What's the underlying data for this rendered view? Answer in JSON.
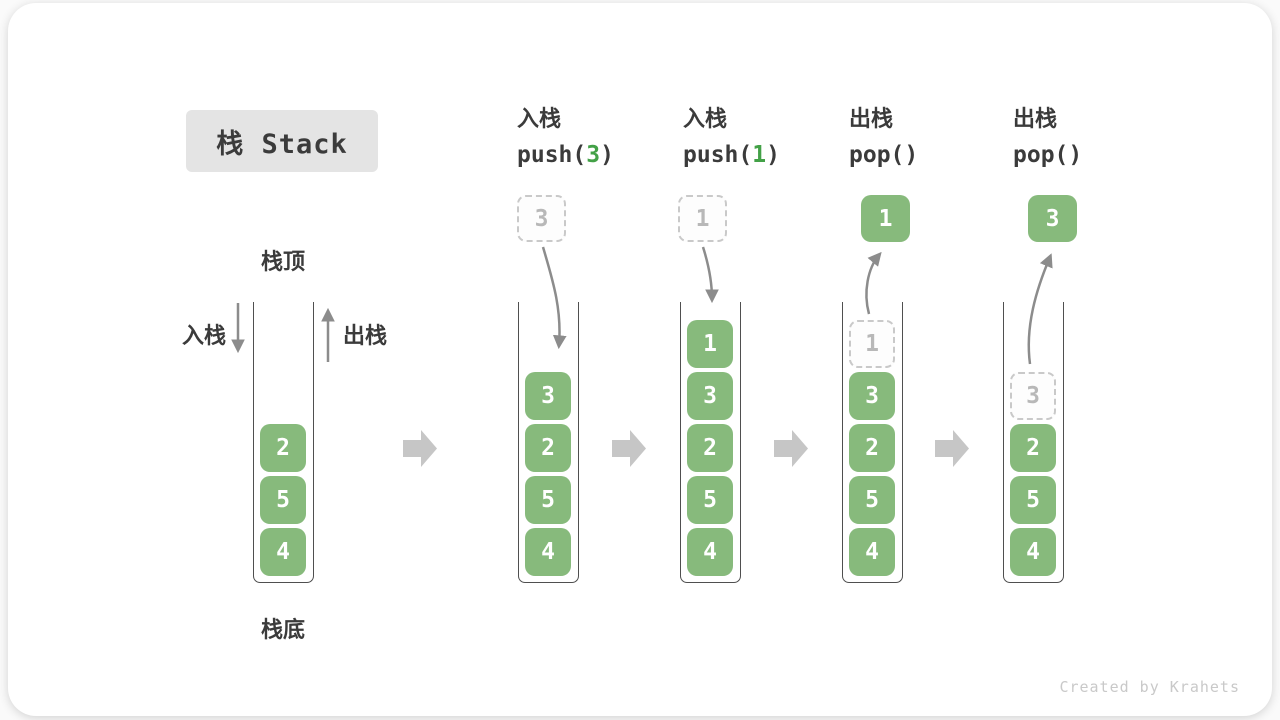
{
  "title": "栈 Stack",
  "labels": {
    "stack_top": "栈顶",
    "stack_bottom": "栈底",
    "push_side": "入栈",
    "pop_side": "出栈"
  },
  "watermark": "Created by Krahets",
  "colors": {
    "block_green": "#87ba7c",
    "code_arg_green": "#43a147",
    "flow_arrow_gray": "#8c8c8c",
    "transition_arrow_gray": "#c6c6c6",
    "title_badge_bg": "#e4e4e4",
    "text_dark": "#3b3b3b"
  },
  "columns": [
    {
      "name": "initial",
      "blocks": [
        "2",
        "5",
        "4"
      ]
    },
    {
      "name": "push-3",
      "header_cn": "入栈",
      "code_pre": "push(",
      "code_arg": "3",
      "code_post": ")",
      "floating_value": "3",
      "blocks": [
        "3",
        "2",
        "5",
        "4"
      ]
    },
    {
      "name": "push-1",
      "header_cn": "入栈",
      "code_pre": "push(",
      "code_arg": "1",
      "code_post": ")",
      "floating_value": "1",
      "blocks": [
        "1",
        "3",
        "2",
        "5",
        "4"
      ]
    },
    {
      "name": "pop-first",
      "header_cn": "出栈",
      "code": "pop()",
      "floating_value": "1",
      "ghost_value": "1",
      "blocks": [
        "3",
        "2",
        "5",
        "4"
      ]
    },
    {
      "name": "pop-second",
      "header_cn": "出栈",
      "code": "pop()",
      "floating_value": "3",
      "ghost_value": "3",
      "blocks": [
        "2",
        "5",
        "4"
      ]
    }
  ]
}
